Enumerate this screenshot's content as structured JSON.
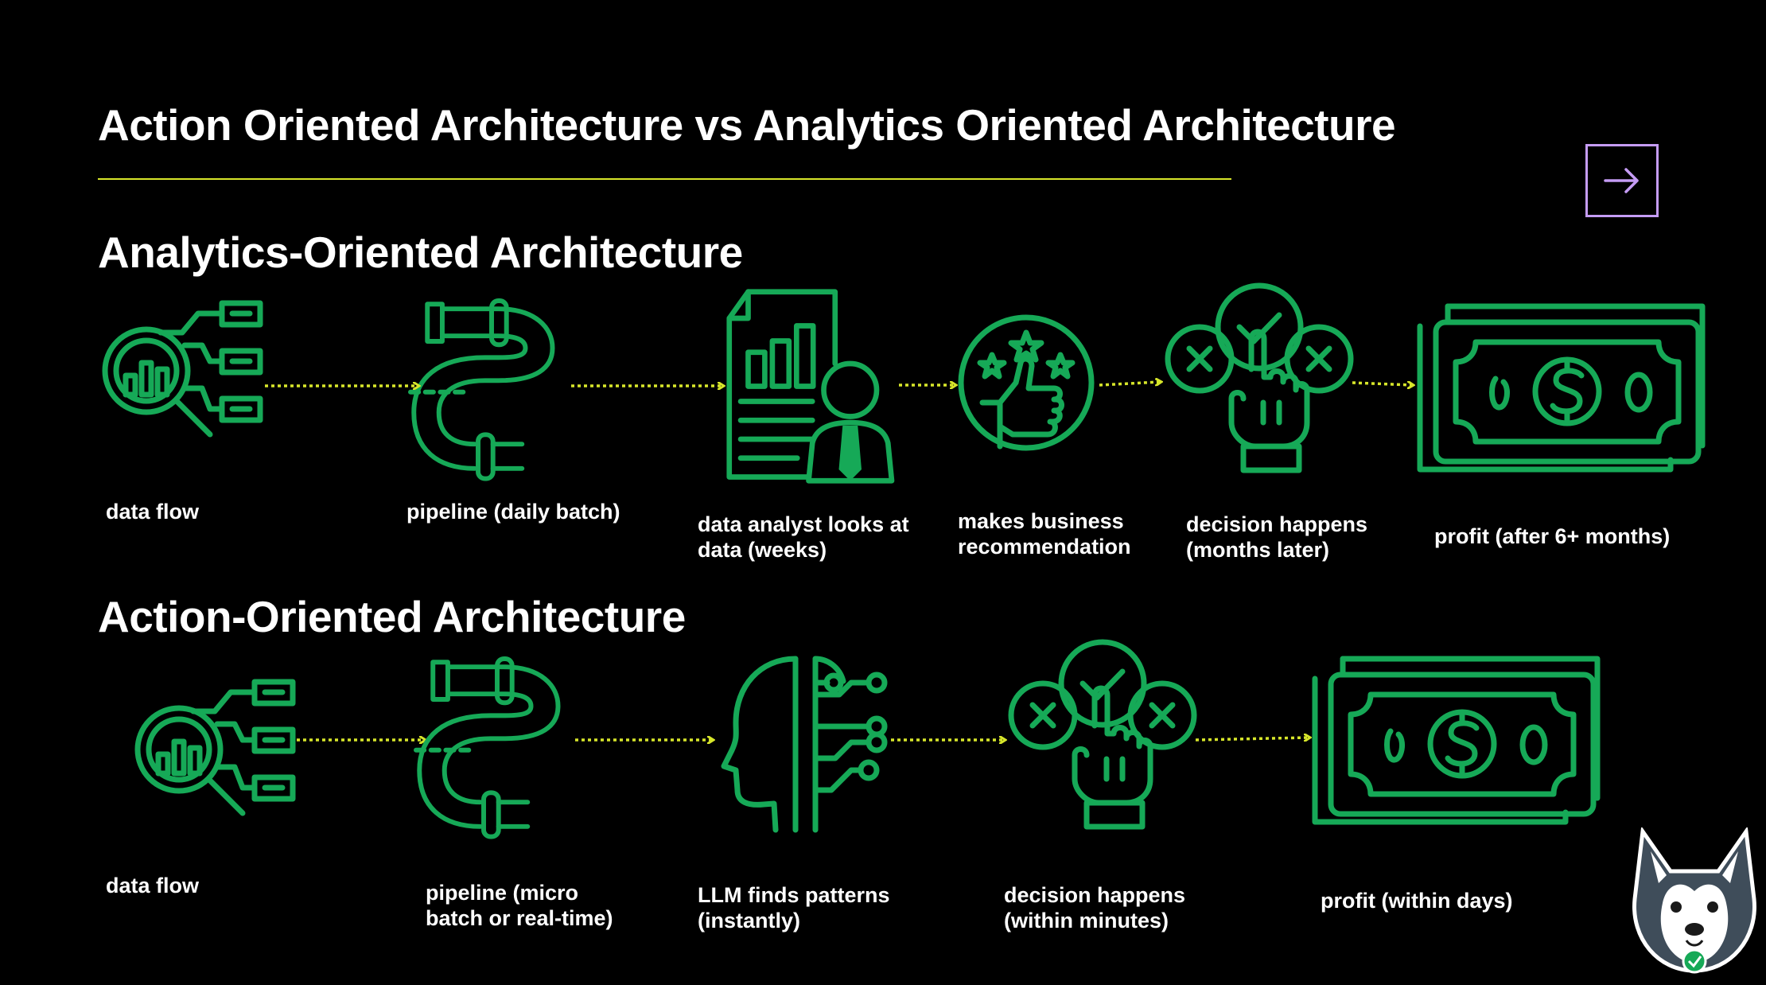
{
  "title": "Action Oriented Architecture vs Analytics Oriented Architecture",
  "colors": {
    "accent_green": "#16a957",
    "arrow_yellow": "#d7e62a",
    "rule_yellow": "#d7e62a",
    "button_purple": "#c59cf5",
    "background": "#000000"
  },
  "next_button": {
    "icon": "arrow-right-icon"
  },
  "analytics": {
    "heading": "Analytics-Oriented Architecture",
    "steps": [
      {
        "icon": "data-flow-icon",
        "label": [
          "data flow"
        ]
      },
      {
        "icon": "pipeline-icon",
        "label": [
          "pipeline (daily batch)"
        ]
      },
      {
        "icon": "data-analyst-icon",
        "label": [
          "data analyst looks at",
          "data (weeks)"
        ]
      },
      {
        "icon": "recommendation-icon",
        "label": [
          "makes business",
          "recommendation"
        ]
      },
      {
        "icon": "decision-icon",
        "label": [
          "decision happens",
          "(months later)"
        ]
      },
      {
        "icon": "money-icon",
        "label": [
          "profit (after 6+ months)"
        ]
      }
    ]
  },
  "action": {
    "heading": "Action-Oriented Architecture",
    "steps": [
      {
        "icon": "data-flow-icon",
        "label": [
          "data flow"
        ]
      },
      {
        "icon": "pipeline-icon",
        "label": [
          "pipeline (micro",
          "batch or real-time)"
        ]
      },
      {
        "icon": "llm-head-icon",
        "label": [
          "LLM finds patterns",
          "(instantly)"
        ]
      },
      {
        "icon": "decision-icon",
        "label": [
          "decision happens",
          "(within minutes)"
        ]
      },
      {
        "icon": "money-icon",
        "label": [
          "profit (within days)"
        ]
      }
    ]
  },
  "mascot": {
    "icon": "husky-mascot-icon"
  }
}
